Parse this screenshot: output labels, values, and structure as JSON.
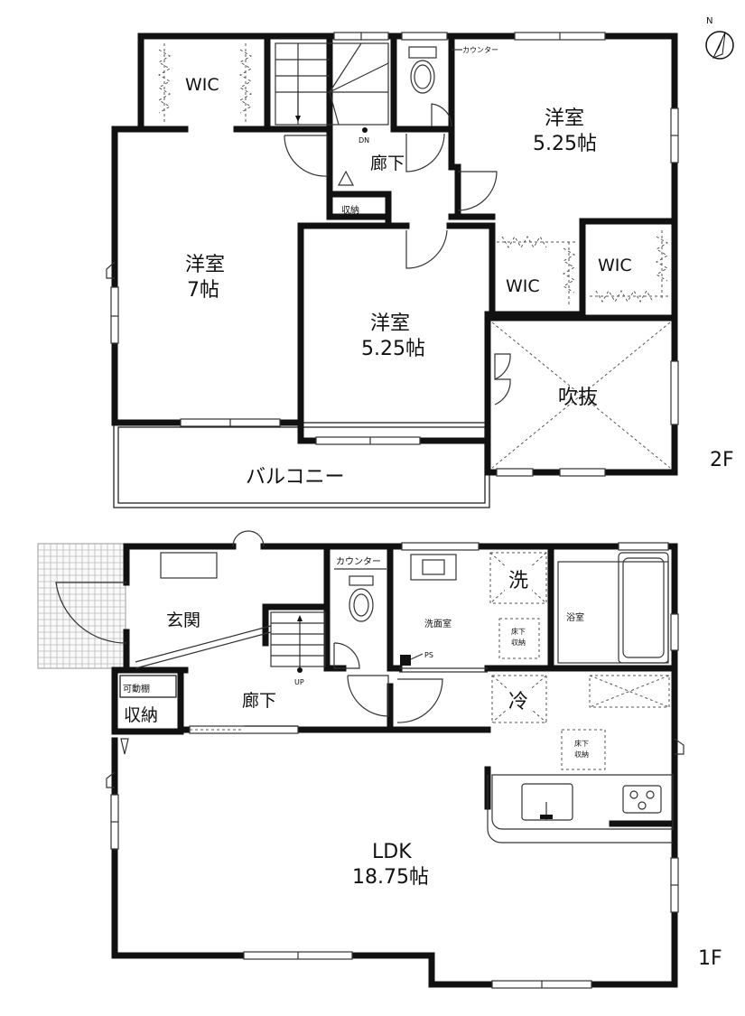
{
  "floors": {
    "second": {
      "label": "2F",
      "rooms": {
        "wic_left": "WIC",
        "bedroom_large_name": "洋室",
        "bedroom_large_size": "7帖",
        "bedroom_mid_name": "洋室",
        "bedroom_mid_size": "5.25帖",
        "bedroom_ne_name": "洋室",
        "bedroom_ne_size": "5.25帖",
        "wic_mid": "WIC",
        "wic_right": "WIC",
        "hallway": "廊下",
        "storage": "収納",
        "void": "吹抜",
        "balcony": "バルコニー"
      },
      "notes": {
        "counter": "カウンター",
        "stairs_down": "DN"
      }
    },
    "first": {
      "label": "1F",
      "rooms": {
        "entrance": "玄関",
        "hallway": "廊下",
        "washroom": "洗面室",
        "bath": "浴室",
        "ldk_name": "LDK",
        "ldk_size": "18.75帖",
        "adjustable_shelf": "可動棚",
        "storage": "収納"
      },
      "notes": {
        "counter": "カウンター",
        "stairs_up": "UP",
        "pipe_space": "PS",
        "washer": "洗",
        "fridge": "冷",
        "underfloor_1a": "床下",
        "underfloor_1b": "収納",
        "underfloor_2a": "床下",
        "underfloor_2b": "収納"
      }
    }
  },
  "compass": {
    "north": "N"
  }
}
